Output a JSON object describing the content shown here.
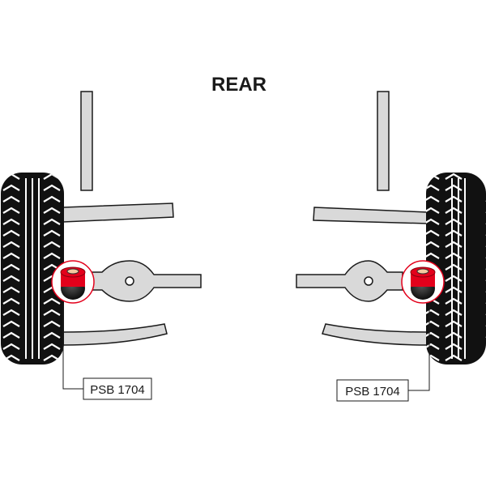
{
  "diagram": {
    "title": "REAR",
    "callouts": [
      {
        "side": "left",
        "part_number": "PSB 1704"
      },
      {
        "side": "right",
        "part_number": "PSB 1704"
      }
    ]
  },
  "colors": {
    "outline": "#1a1a1a",
    "part_fill": "#d9d9d9",
    "tire": "#111111",
    "bushing_red": "#e3001b",
    "bushing_black": "#1a1a1a",
    "background": "#ffffff"
  }
}
